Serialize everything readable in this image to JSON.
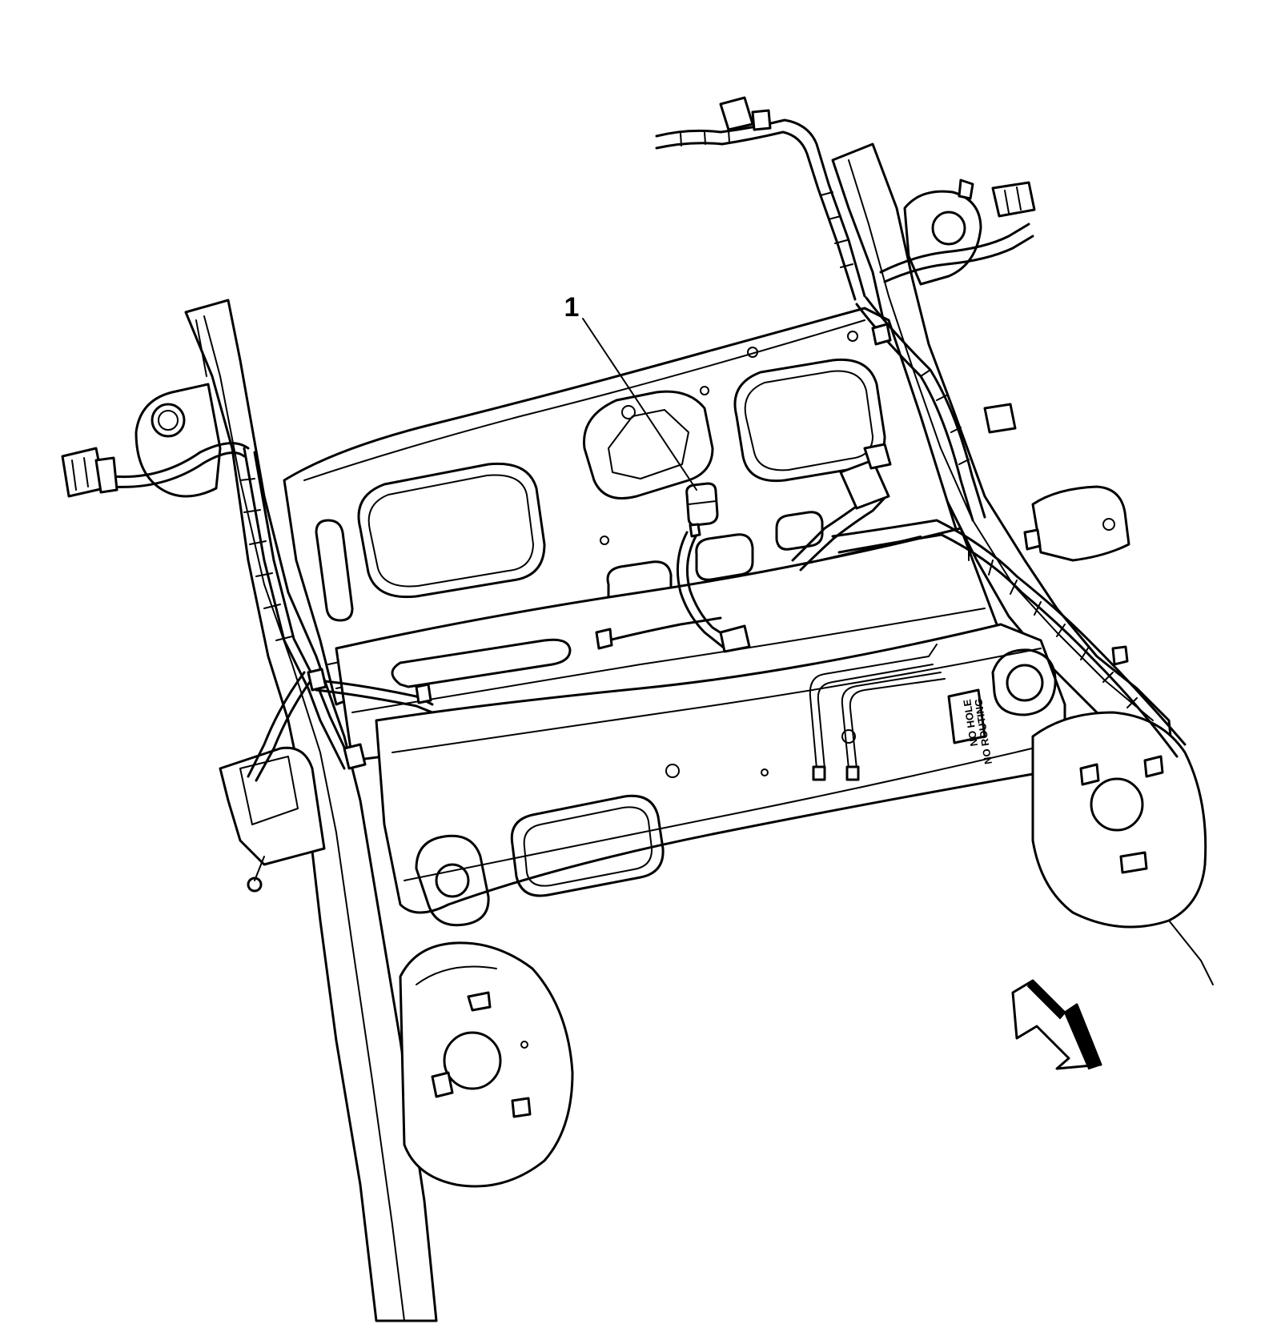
{
  "diagram": {
    "callouts": [
      {
        "label": "1"
      }
    ],
    "stamp": {
      "line1": "NO HOLE",
      "line2": "NO ROUTING"
    },
    "icons": [
      "view-direction-arrow-icon"
    ]
  }
}
